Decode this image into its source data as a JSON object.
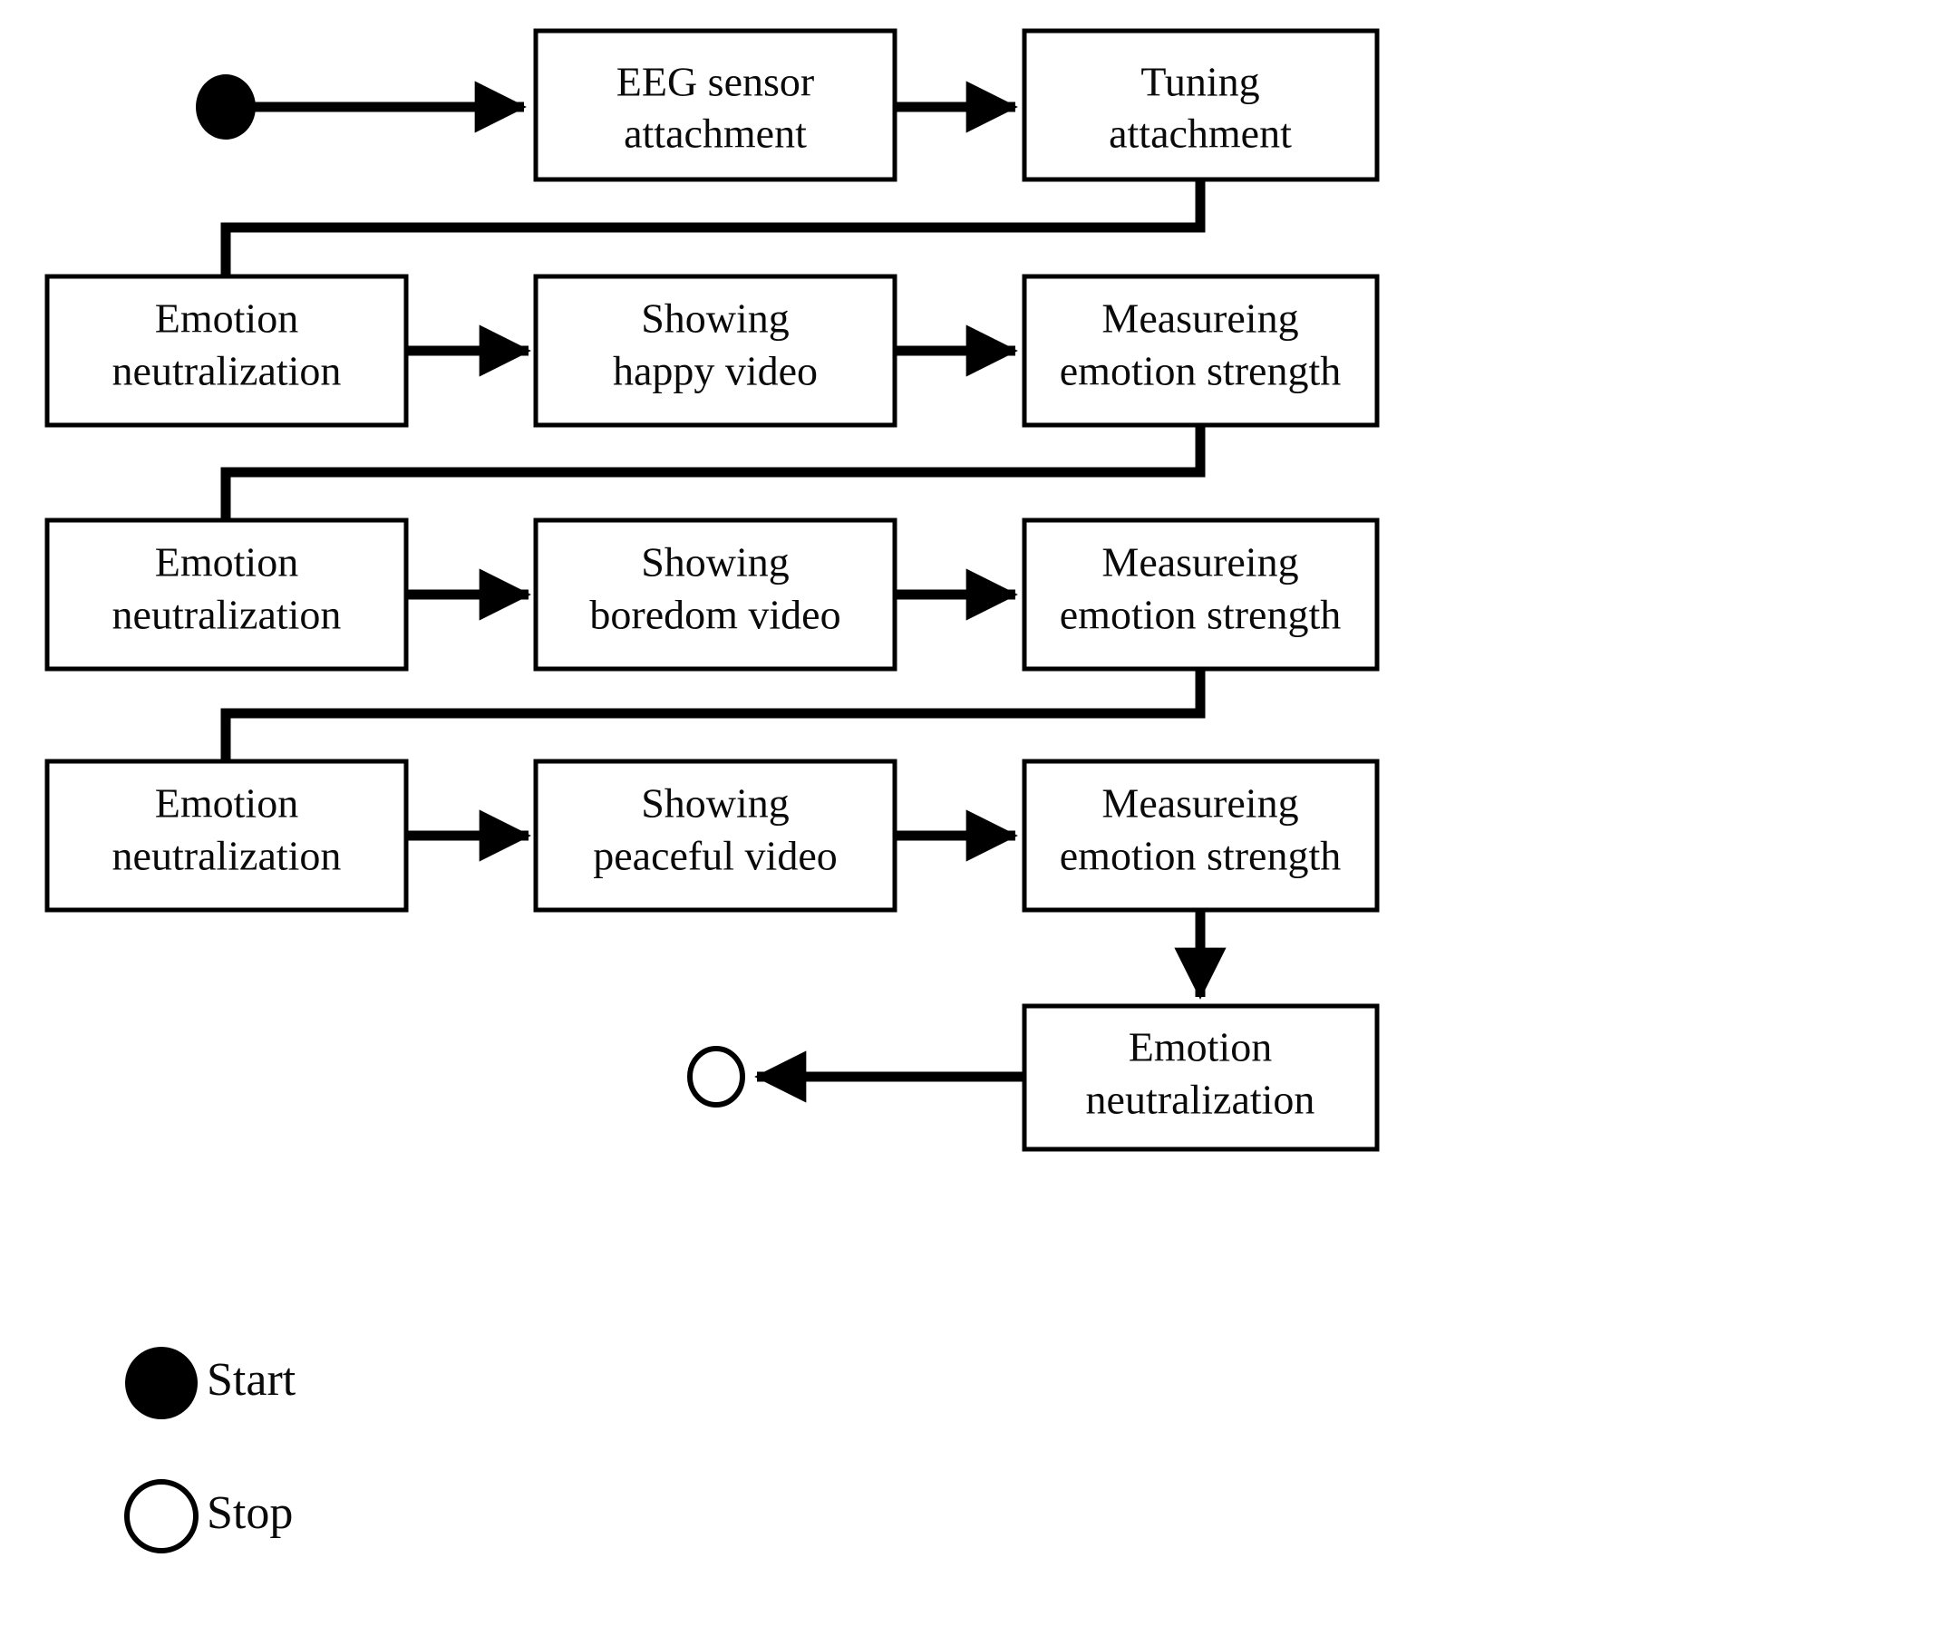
{
  "diagram": {
    "title": "Emotion measurement experiment procedure flowchart",
    "background_color": "#ffffff",
    "line_color": "#000000",
    "box_fill": "#ffffff",
    "nodes": [
      {
        "id": "start",
        "type": "start-node",
        "label": ""
      },
      {
        "id": "n1",
        "type": "process",
        "line1": "EEG sensor",
        "line2": "attachment"
      },
      {
        "id": "n2",
        "type": "process",
        "line1": "Tuning",
        "line2": "attachment"
      },
      {
        "id": "n3",
        "type": "process",
        "line1": "Emotion",
        "line2": "neutralization"
      },
      {
        "id": "n4",
        "type": "process",
        "line1": "Showing",
        "line2": "happy  video"
      },
      {
        "id": "n5",
        "type": "process",
        "line1": "Measureing",
        "line2": "emotion strength"
      },
      {
        "id": "n6",
        "type": "process",
        "line1": "Emotion",
        "line2": "neutralization"
      },
      {
        "id": "n7",
        "type": "process",
        "line1": "Showing",
        "line2": "boredom  video"
      },
      {
        "id": "n8",
        "type": "process",
        "line1": "Measureing",
        "line2": "emotion strength"
      },
      {
        "id": "n9",
        "type": "process",
        "line1": "Emotion",
        "line2": "neutralization"
      },
      {
        "id": "n10",
        "type": "process",
        "line1": "Showing",
        "line2": "peaceful  video"
      },
      {
        "id": "n11",
        "type": "process",
        "line1": "Measureing",
        "line2": "emotion strength"
      },
      {
        "id": "n12",
        "type": "process",
        "line1": "Emotion",
        "line2": "neutralization"
      },
      {
        "id": "stop",
        "type": "stop-node",
        "label": ""
      }
    ],
    "legend": {
      "items": [
        {
          "symbol": "filled-circle",
          "label": "Start"
        },
        {
          "symbol": "hollow-circle",
          "label": "Stop"
        }
      ]
    },
    "edges": [
      {
        "from": "start",
        "to": "n1",
        "style": "straight"
      },
      {
        "from": "n1",
        "to": "n2",
        "style": "straight"
      },
      {
        "from": "n2",
        "to": "n3",
        "style": "elbow"
      },
      {
        "from": "n3",
        "to": "n4",
        "style": "straight"
      },
      {
        "from": "n4",
        "to": "n5",
        "style": "straight"
      },
      {
        "from": "n5",
        "to": "n6",
        "style": "elbow"
      },
      {
        "from": "n6",
        "to": "n7",
        "style": "straight"
      },
      {
        "from": "n7",
        "to": "n8",
        "style": "straight"
      },
      {
        "from": "n8",
        "to": "n9",
        "style": "elbow"
      },
      {
        "from": "n9",
        "to": "n10",
        "style": "straight"
      },
      {
        "from": "n10",
        "to": "n11",
        "style": "straight"
      },
      {
        "from": "n11",
        "to": "n12",
        "style": "vertical"
      },
      {
        "from": "n12",
        "to": "stop",
        "style": "straight-left"
      }
    ]
  }
}
